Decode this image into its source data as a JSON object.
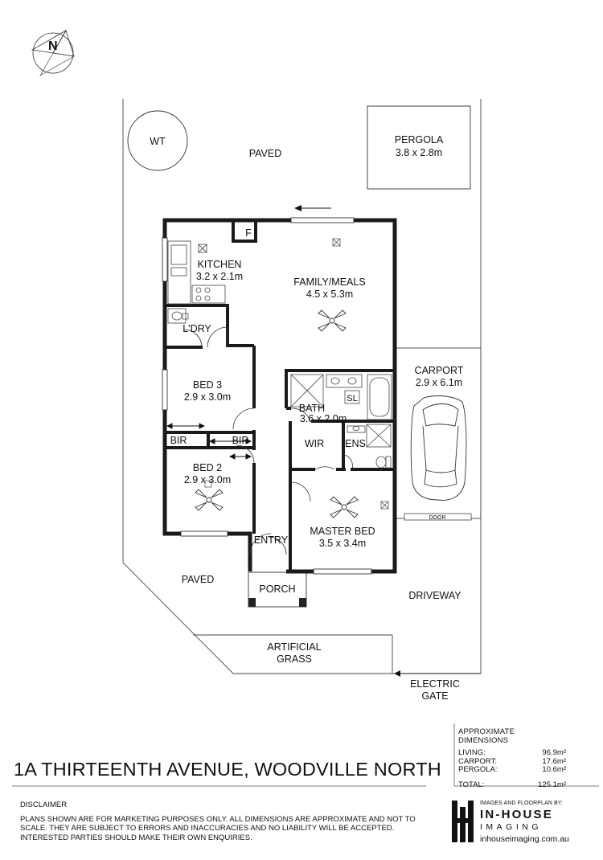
{
  "compass": {
    "label": "N"
  },
  "rooms": {
    "wt": "WT",
    "paved_top": "PAVED",
    "pergola": {
      "name": "PERGOLA",
      "size": "3.8 x 2.8m"
    },
    "kitchen": {
      "name": "KITCHEN",
      "size": "3.2 x 2.1m"
    },
    "fridge": "F",
    "family": {
      "name": "FAMILY/MEALS",
      "size": "4.5 x 5.3m"
    },
    "laundry": "L'DRY",
    "carport": {
      "name": "CARPORT",
      "size": "2.9 x 6.1m"
    },
    "bed3": {
      "name": "BED 3",
      "size": "2.9 x 3.0m"
    },
    "bath": {
      "name": "BATH",
      "size": "3.6 x 2.0m"
    },
    "sl": "SL",
    "bir_left": "BIR",
    "bir_right": "BIR",
    "wir": "WIR",
    "ens": "ENS",
    "bed2": {
      "name": "BED 2",
      "size": "2.9 x 3.0m"
    },
    "master": {
      "name": "MASTER BED",
      "size": "3.5 x 3.4m"
    },
    "door": "DOOR",
    "entry": "ENTRY",
    "porch": "PORCH",
    "paved_bottom": "PAVED",
    "driveway": "DRIVEWAY",
    "grass": [
      "ARTIFICIAL",
      "GRASS"
    ],
    "gate": [
      "ELECTRIC",
      "GATE"
    ]
  },
  "address": "1A THIRTEENTH AVENUE, WOODVILLE NORTH",
  "dimensions": {
    "title": "APPROXIMATE DIMENSIONS",
    "living": {
      "label": "LIVING:",
      "value": "96.9m²"
    },
    "carport": {
      "label": "CARPORT:",
      "value": "17.6m²"
    },
    "pergola": {
      "label": "PERGOLA:",
      "value": "10.6m²"
    },
    "total": {
      "label": "TOTAL:",
      "value": "125.1m²"
    }
  },
  "disclaimer": {
    "title": "DISCLAIMER",
    "text": "PLANS SHOWN ARE FOR MARKETING PURPOSES ONLY. ALL DIMENSIONS ARE APPROXIMATE AND NOT TO SCALE. THEY ARE SUBJECT TO ERRORS AND INACCURACIES AND NO LIABILITY WILL BE ACCEPTED. INTERESTED PARTIES SHOULD MAKE THEIR OWN ENQUIRIES."
  },
  "credit": {
    "line": "IMAGES AND FLOORPLAN BY:",
    "brand_1": "IN-HOUSE",
    "brand_2": "IMAGING",
    "website": "inhouseimaging.com.au"
  }
}
